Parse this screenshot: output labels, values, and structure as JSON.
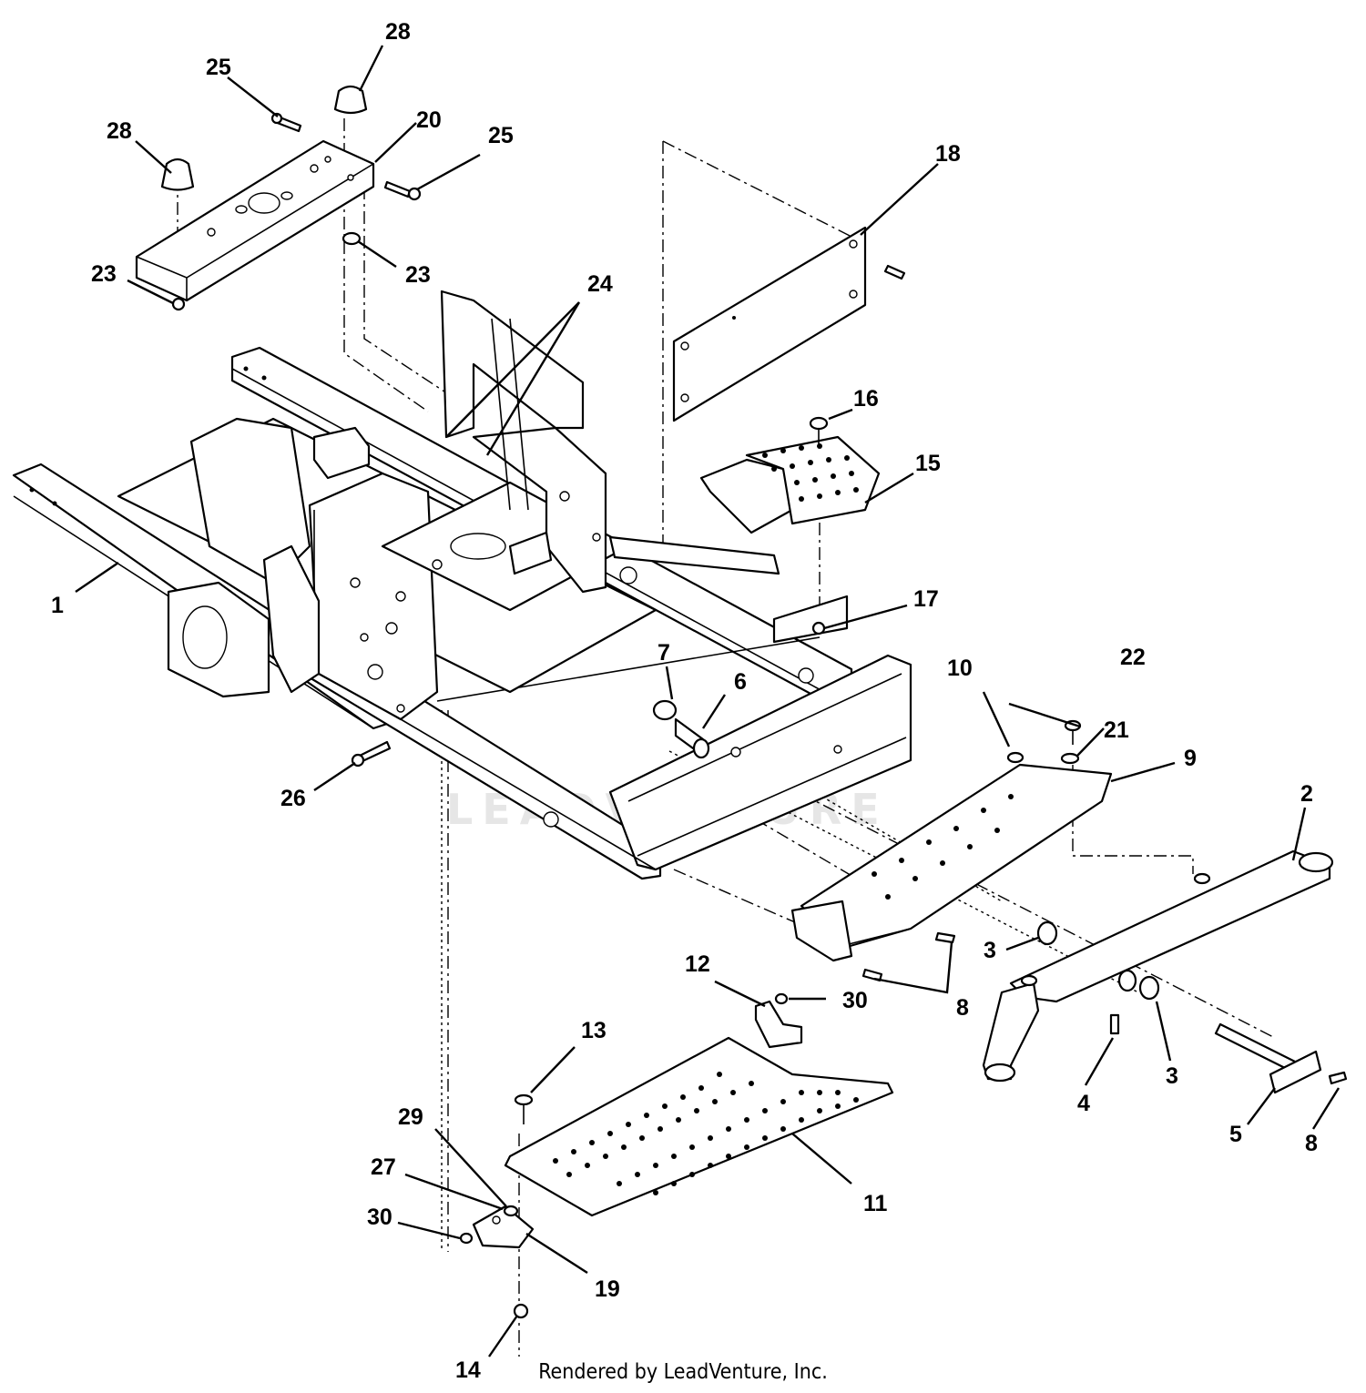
{
  "watermark": "LEADVENTURE",
  "footer_text": "Rendered by LeadVenture, Inc.",
  "callouts": [
    "1",
    "2",
    "3",
    "3",
    "4",
    "5",
    "6",
    "7",
    "8",
    "8",
    "9",
    "10",
    "11",
    "12",
    "13",
    "14",
    "15",
    "16",
    "17",
    "18",
    "19",
    "20",
    "21",
    "22",
    "23",
    "23",
    "24",
    "25",
    "25",
    "26",
    "27",
    "28",
    "28",
    "29",
    "30",
    "30"
  ]
}
